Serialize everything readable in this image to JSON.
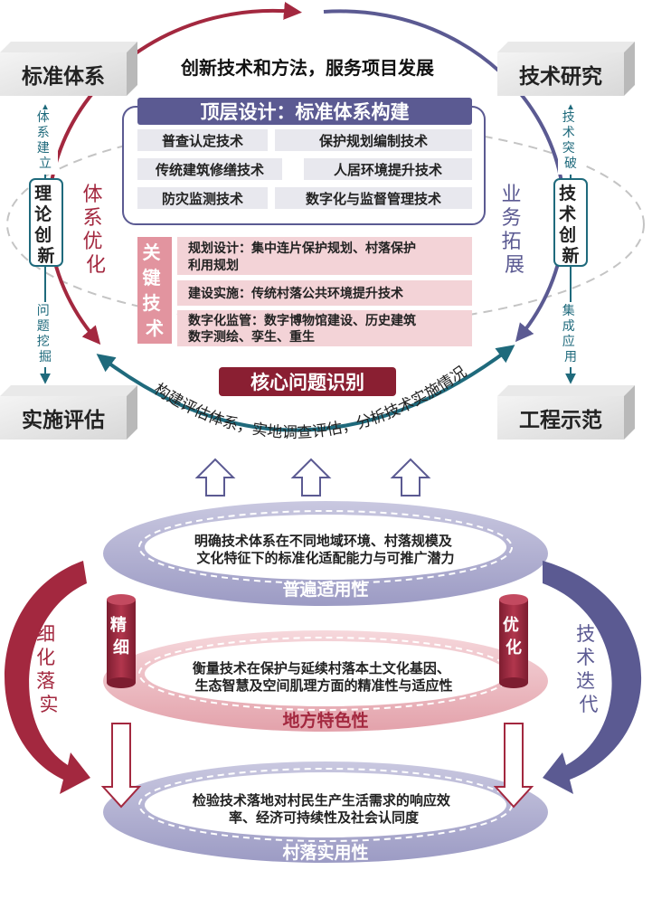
{
  "corners": {
    "top_left": "标准体系",
    "top_right": "技术研究",
    "bottom_left": "实施评估",
    "bottom_right": "工程示范"
  },
  "left_column": {
    "top_label": "体系建立",
    "center_label": "理论创新",
    "bottom_label": "问题挖掘"
  },
  "right_column": {
    "top_label": "技术突破",
    "center_label": "技术创新",
    "bottom_label": "集成应用"
  },
  "loop": {
    "top_caption": "创新技术和方法，服务项目发展",
    "left_label": "体系优化",
    "right_label": "业务拓展",
    "bottom_caption": "构建评估体系，实地调查评估，分析技术实施情况"
  },
  "top_design": {
    "title": "顶层设计：标准体系构建",
    "items": [
      "普查认定技术",
      "保护规划编制技术",
      "传统建筑修缮技术",
      "人居环境提升技术",
      "防灾监测技术",
      "数字化与监督管理技术"
    ]
  },
  "key_tech": {
    "label": "关键技术",
    "rows": [
      [
        "规划设计：集中连片保护规划、村落保护",
        "利用规划"
      ],
      [
        "建设实施：传统村落公共环境提升技术"
      ],
      [
        "数字化监管：数字博物馆建设、历史建筑",
        "数字测绘、孪生、重生"
      ]
    ]
  },
  "core_issue": "核心问题识别",
  "rings": [
    {
      "title": "普遍适用性",
      "desc": [
        "明确技术体系在不同地域环境、村落规模及",
        "文化特征下的标准化适配能力与可推广潜力"
      ]
    },
    {
      "title": "地方特色性",
      "desc": [
        "衡量技术在保护与延续村落本土文化基因、",
        "生态智慧及空间肌理方面的精准性与适应性"
      ]
    },
    {
      "title": "村落实用性",
      "desc": [
        "检验技术落地对村民生产生活需求的响应效",
        "率、经济可持续性及社会认同度"
      ]
    }
  ],
  "pillars": {
    "left": "精细",
    "right": "优化"
  },
  "side_arrows": {
    "left": "细化落实",
    "right": "技术迭代"
  },
  "colors": {
    "red": "#a3283f",
    "navy": "#5b5a92",
    "teal": "#1f6a7c",
    "gray_box": "#e8e8ee",
    "pink_box": "#f3d3d7",
    "pink_label": "#e2949f"
  }
}
